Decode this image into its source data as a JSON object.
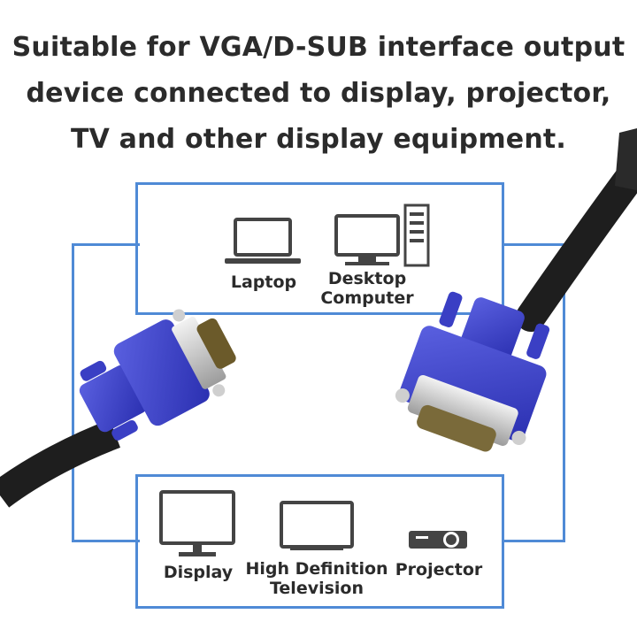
{
  "headline": {
    "line1": "Suitable for VGA/D-SUB interface output",
    "line2": "device connected to display, projector,",
    "line3": "TV and other display equipment."
  },
  "devices": {
    "laptop": {
      "label": "Laptop",
      "icon": "laptop-icon"
    },
    "desktop": {
      "line1": "Desktop",
      "line2": "Computer",
      "icon": "desktop-computer-icon"
    },
    "display": {
      "label": "Display",
      "icon": "display-monitor-icon"
    },
    "tv": {
      "line1": "High Definition",
      "line2": "Television",
      "icon": "tv-icon"
    },
    "projector": {
      "label": "Projector",
      "icon": "projector-icon"
    }
  },
  "colors": {
    "frame": "#4f8ad6",
    "connector": "#3a3fc4",
    "cable": "#1e1e1e",
    "icon": "#444444"
  }
}
